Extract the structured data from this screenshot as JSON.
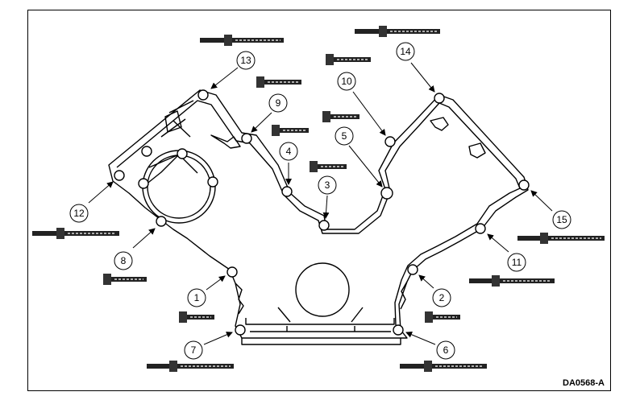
{
  "figure_code": "DA0568-A",
  "colors": {
    "line": "#000000",
    "background": "#ffffff",
    "bolt_dark": "#222222",
    "bolt_light": "#d8d8d8"
  },
  "callouts": [
    "1",
    "2",
    "3",
    "4",
    "5",
    "6",
    "7",
    "8",
    "9",
    "10",
    "11",
    "12",
    "13",
    "14",
    "15"
  ]
}
